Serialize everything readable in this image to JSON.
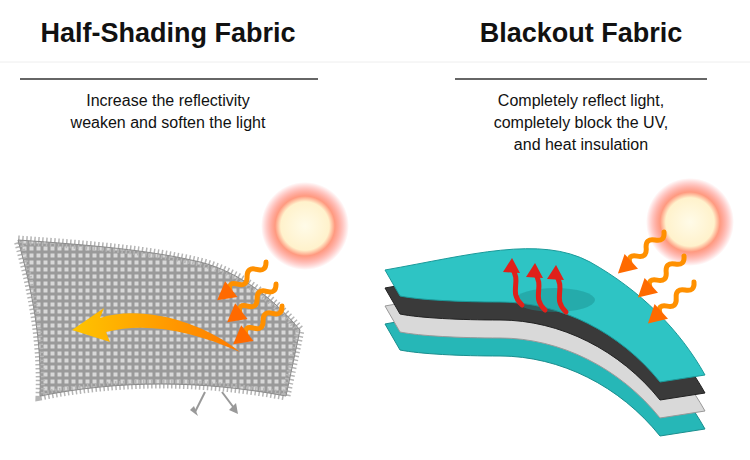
{
  "diagram": {
    "labels": [
      "Half-Shading Fabric",
      "Increase the reflectivity weaken and soften the light",
      "Blackout Fabric",
      "Completely reflect light, completely block the UV, and heat insulation"
    ]
  }
}
